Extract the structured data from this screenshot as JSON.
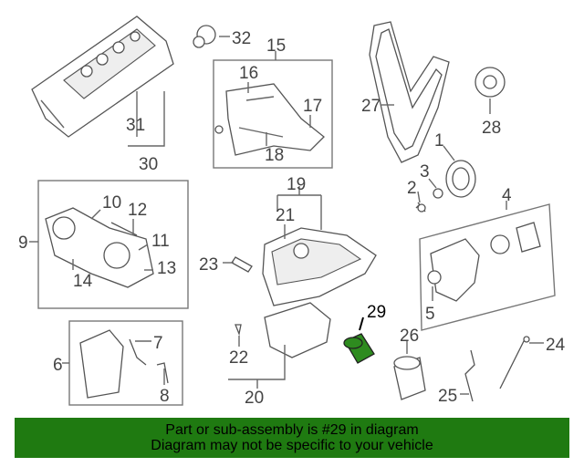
{
  "callouts": {
    "c1": "1",
    "c2": "2",
    "c3": "3",
    "c4": "4",
    "c5": "5",
    "c6": "6",
    "c7": "7",
    "c8": "8",
    "c9": "9",
    "c10": "10",
    "c11": "11",
    "c12": "12",
    "c13": "13",
    "c14": "14",
    "c15": "15",
    "c16": "16",
    "c17": "17",
    "c18": "18",
    "c19": "19",
    "c20": "20",
    "c21": "21",
    "c22": "22",
    "c23": "23",
    "c24": "24",
    "c25": "25",
    "c26": "26",
    "c27": "27",
    "c28": "28",
    "c29": "29",
    "c30": "30",
    "c31": "31",
    "c32": "32"
  },
  "highlight": {
    "part": "29",
    "color": "#2e8b1f"
  },
  "banner": {
    "line1": "Part or sub-assembly is #29 in diagram",
    "line2": "Diagram may not be specific to your vehicle",
    "color": "#1f7a11"
  }
}
